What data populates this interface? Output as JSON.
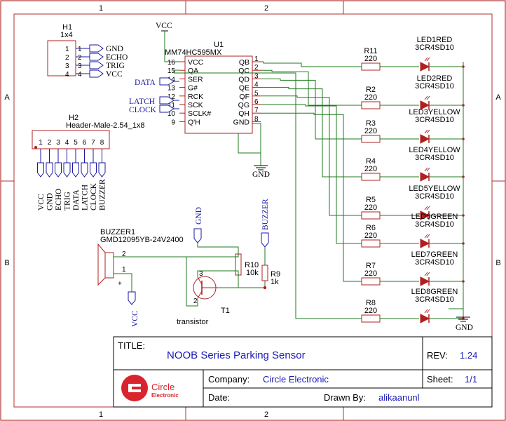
{
  "colors": {
    "frame": "#b03030",
    "wire": "#1d7a1d",
    "body": "#b02020",
    "port": "#1a1aa0",
    "power_pin": "#d42020",
    "logo_red": "#d9232d"
  },
  "frame": {
    "columns": [
      "1",
      "2"
    ],
    "rows": [
      "A",
      "B"
    ]
  },
  "power": {
    "vcc_top": "VCC",
    "gnd_shift": "GND",
    "gnd_leds": "GND"
  },
  "h1": {
    "ref": "H1",
    "value": "1x4",
    "pins": [
      {
        "num": "1",
        "net": "GND"
      },
      {
        "num": "2",
        "net": "ECHO"
      },
      {
        "num": "3",
        "net": "TRIG"
      },
      {
        "num": "4",
        "net": "VCC"
      }
    ]
  },
  "u1": {
    "ref": "U1",
    "value": "MM74HC595MX",
    "left_pins": [
      {
        "num": "16",
        "name": "VCC"
      },
      {
        "num": "15",
        "name": "QA"
      },
      {
        "num": "14",
        "name": "SER"
      },
      {
        "num": "13",
        "name": "G#"
      },
      {
        "num": "12",
        "name": "RCK"
      },
      {
        "num": "11",
        "name": "SCK"
      },
      {
        "num": "10",
        "name": "SCLK#"
      },
      {
        "num": "9",
        "name": "Q'H"
      }
    ],
    "right_pins": [
      {
        "num": "1",
        "name": "QB"
      },
      {
        "num": "2",
        "name": "QC"
      },
      {
        "num": "3",
        "name": "QD"
      },
      {
        "num": "4",
        "name": "QE"
      },
      {
        "num": "5",
        "name": "QF"
      },
      {
        "num": "6",
        "name": "QG"
      },
      {
        "num": "7",
        "name": "QH"
      },
      {
        "num": "8",
        "name": "GND"
      }
    ],
    "ports": [
      "DATA",
      "LATCH",
      "CLOCK"
    ]
  },
  "h2": {
    "ref": "H2",
    "value": "Header-Male-2.54_1x8",
    "pins": [
      "1",
      "2",
      "3",
      "4",
      "5",
      "6",
      "7",
      "8"
    ],
    "nets": [
      "VCC",
      "GND",
      "ECHO",
      "TRIG",
      "DATA",
      "LATCH",
      "CLOCK",
      "BUZZER"
    ]
  },
  "resistors": [
    {
      "ref": "R11",
      "value": "220"
    },
    {
      "ref": "R2",
      "value": "220"
    },
    {
      "ref": "R3",
      "value": "220"
    },
    {
      "ref": "R4",
      "value": "220"
    },
    {
      "ref": "R5",
      "value": "220"
    },
    {
      "ref": "R6",
      "value": "220"
    },
    {
      "ref": "R7",
      "value": "220"
    },
    {
      "ref": "R8",
      "value": "220"
    }
  ],
  "leds": [
    {
      "ref": "LED1RED",
      "value": "3CR4SD10"
    },
    {
      "ref": "LED2RED",
      "value": "3CR4SD10"
    },
    {
      "ref": "LED3YELLOW",
      "value": "3CR4SD10"
    },
    {
      "ref": "LED4YELLOW",
      "value": "3CR4SD10"
    },
    {
      "ref": "LED5YELLOW",
      "value": "3CR4SD10"
    },
    {
      "ref": "LED6GREEN",
      "value": "3CR4SD10"
    },
    {
      "ref": "LED7GREEN",
      "value": "3CR4SD10"
    },
    {
      "ref": "LED8GREEN",
      "value": "3CR4SD10"
    }
  ],
  "buzzer": {
    "ref": "BUZZER1",
    "value": "GMD12095YB-24V2400",
    "pin_plus": "2",
    "pin_minus": "1",
    "port_vcc": "VCC",
    "port_gnd": "GND",
    "port_buzzer": "BUZZER"
  },
  "r10": {
    "ref": "R10",
    "value": "10k"
  },
  "r9": {
    "ref": "R9",
    "value": "1k"
  },
  "t1": {
    "ref": "T1",
    "value": "transistor",
    "pin_e": "3",
    "pin_c": "2"
  },
  "title_block": {
    "title_label": "TITLE:",
    "title": "NOOB Series Parking Sensor",
    "rev_label": "REV:",
    "rev": "1.24",
    "company_label": "Company:",
    "company": "Circle Electronic",
    "sheet_label": "Sheet:",
    "sheet": "1/1",
    "date_label": "Date:",
    "drawn_label": "Drawn By:",
    "drawn_by": "alikaanunl",
    "logo_name": "Circle",
    "logo_sub": "Electronic"
  }
}
